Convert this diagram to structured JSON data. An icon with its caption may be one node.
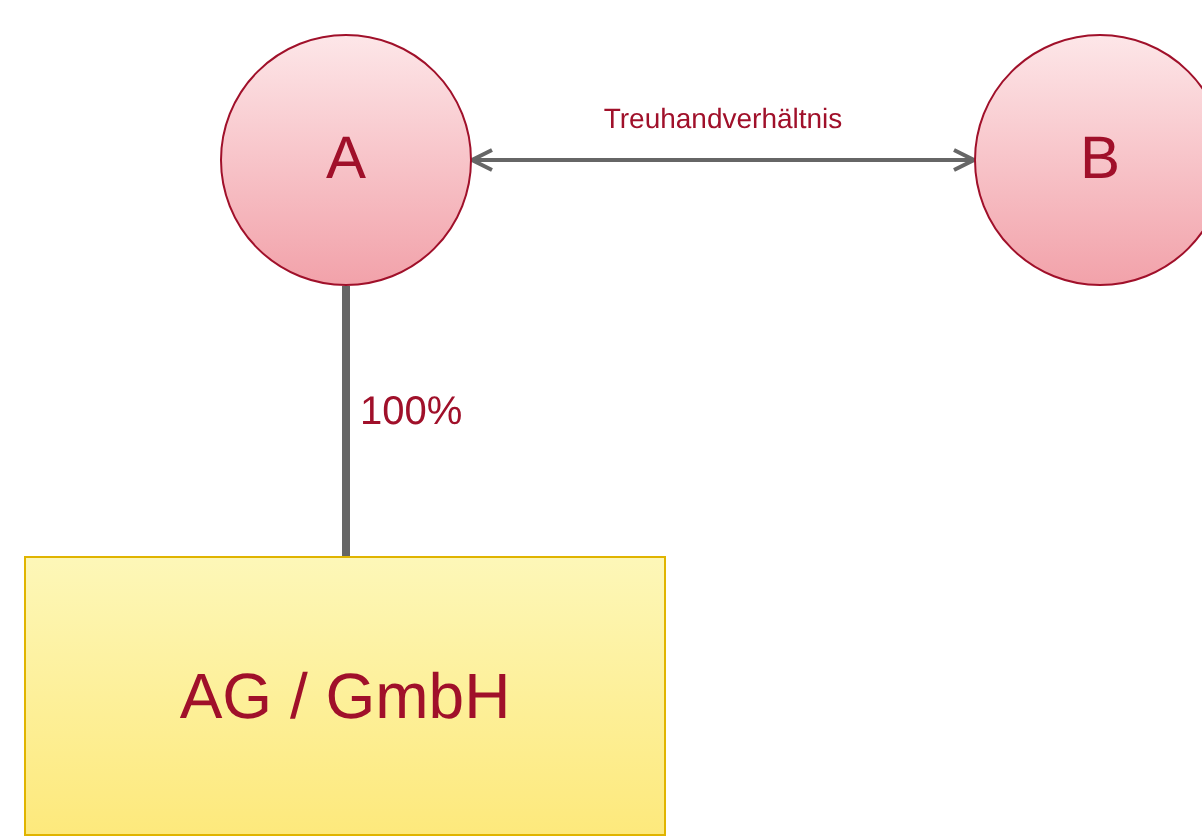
{
  "diagram": {
    "nodes": [
      {
        "text": [
          "A"
        ]
      },
      {
        "text": [
          "B"
        ]
      },
      {
        "text": [
          "AG / GmbH"
        ]
      }
    ],
    "edges": [
      {
        "from": 0,
        "to": 1,
        "arrow": "both",
        "label": "Treuhandverhältnis"
      },
      {
        "from": 0,
        "to": 2,
        "arrow": "none",
        "label": "100%",
        "style": "thick"
      }
    ]
  }
}
